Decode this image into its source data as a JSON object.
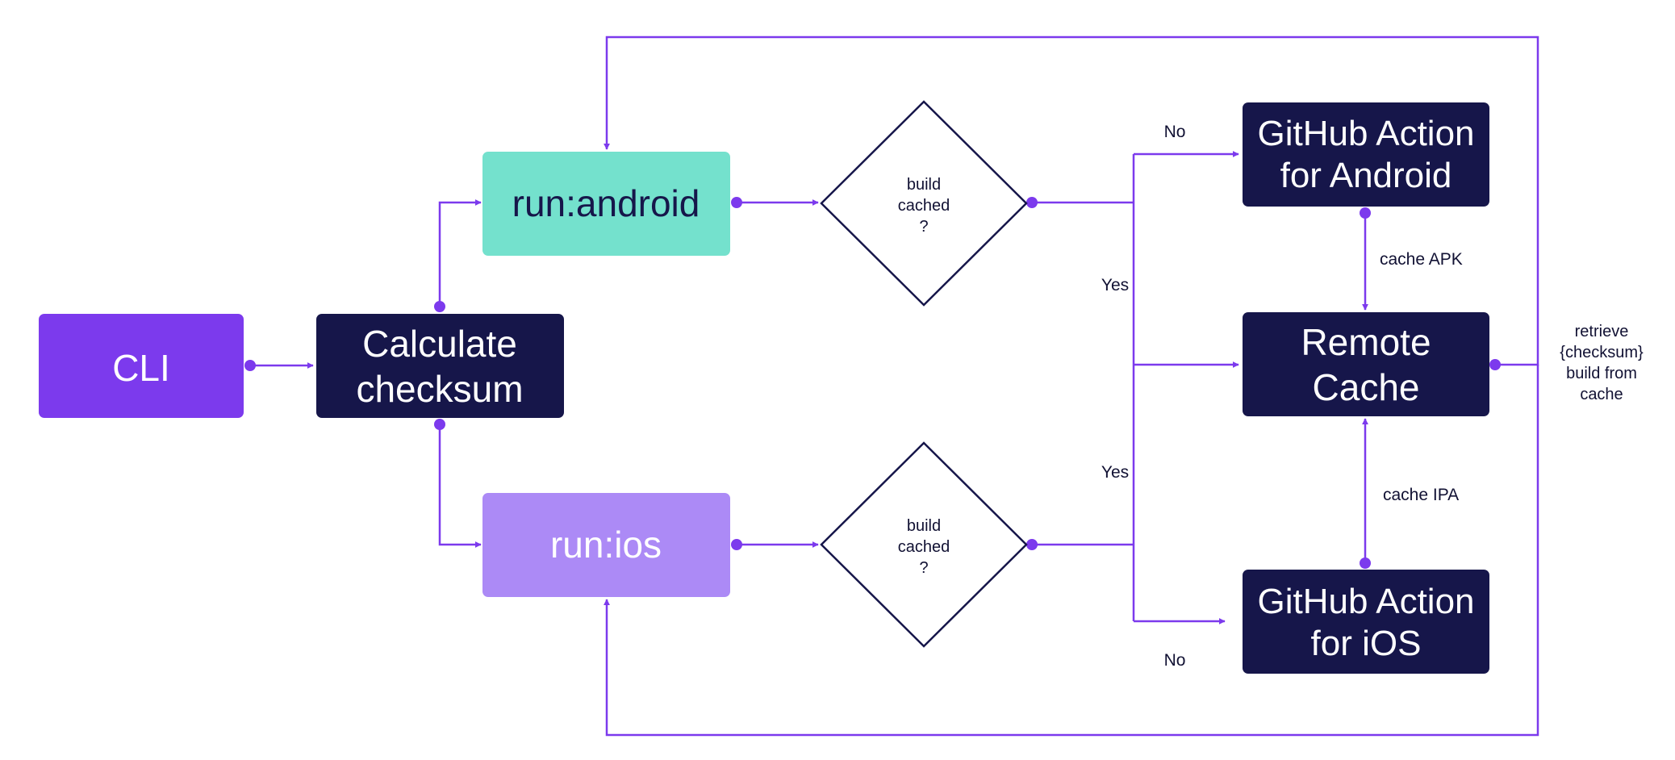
{
  "colors": {
    "connector": "#7c3aed",
    "cli_fill": "#7c3aed",
    "dark_fill": "#16164a",
    "android_fill": "#74e1cd",
    "ios_fill": "#ac8af6",
    "decision_stroke": "#16164a",
    "white": "#ffffff",
    "text_dark": "#111133"
  },
  "nodes": {
    "cli": {
      "lines": [
        "CLI"
      ]
    },
    "checksum": {
      "lines": [
        "Calculate",
        "checksum"
      ]
    },
    "run_android": {
      "lines": [
        "run:android"
      ]
    },
    "run_ios": {
      "lines": [
        "run:ios"
      ]
    },
    "decision_android": {
      "lines": [
        "build",
        "cached",
        "?"
      ]
    },
    "decision_ios": {
      "lines": [
        "build",
        "cached",
        "?"
      ]
    },
    "gh_android": {
      "lines": [
        "GitHub Action",
        "for Android"
      ]
    },
    "remote_cache": {
      "lines": [
        "Remote",
        "Cache"
      ]
    },
    "gh_ios": {
      "lines": [
        "GitHub Action",
        "for iOS"
      ]
    }
  },
  "edge_labels": {
    "no_android": "No",
    "yes_android": "Yes",
    "yes_ios": "Yes",
    "no_ios": "No",
    "cache_apk": "cache APK",
    "cache_ipa": "cache IPA",
    "retrieve": [
      "retrieve",
      "{checksum}",
      "build from",
      "cache"
    ]
  }
}
